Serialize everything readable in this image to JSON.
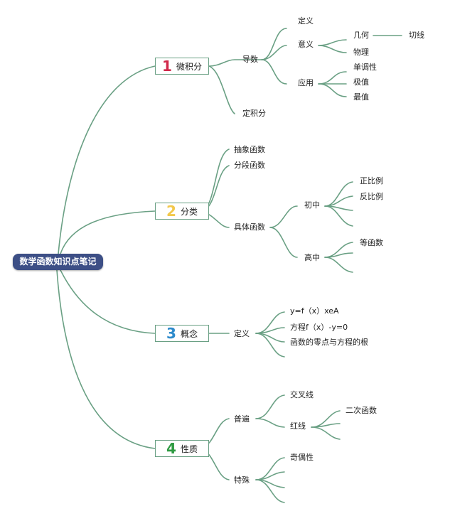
{
  "colors": {
    "line": "#6aa084",
    "root_bg": "#3d4f86",
    "n1": "#d0284a",
    "n2": "#f2c84b",
    "n3": "#2e8bcc",
    "n4": "#2e9b42"
  },
  "root": "数学函数知识点笔记",
  "branches": [
    {
      "num": "1",
      "label": "微积分"
    },
    {
      "num": "2",
      "label": "分类"
    },
    {
      "num": "3",
      "label": "概念"
    },
    {
      "num": "4",
      "label": "性质"
    }
  ],
  "b1": {
    "derivative": "导数",
    "integral": "定积分",
    "definition": "定义",
    "meaning": "意义",
    "application": "应用",
    "geometry": "几何",
    "physics": "物理",
    "tangent": "切线",
    "monotonic": "单调性",
    "extremum": "极值",
    "maximum": "最值"
  },
  "b2": {
    "abstract": "抽象函数",
    "piecewise": "分段函数",
    "concrete": "具体函数",
    "junior": "初中",
    "senior": "高中",
    "direct": "正比例",
    "inverse": "反比例",
    "equal": "等函数"
  },
  "b3": {
    "definition": "定义",
    "formula": "y=f（x）xeA",
    "equation": "方程f（x）-y=0",
    "zeros": "函数的零点与方程的根"
  },
  "b4": {
    "general": "普遍",
    "special": "特殊",
    "cross": "交叉线",
    "red": "红线",
    "quadratic": "二次函数",
    "parity": "奇偶性"
  }
}
